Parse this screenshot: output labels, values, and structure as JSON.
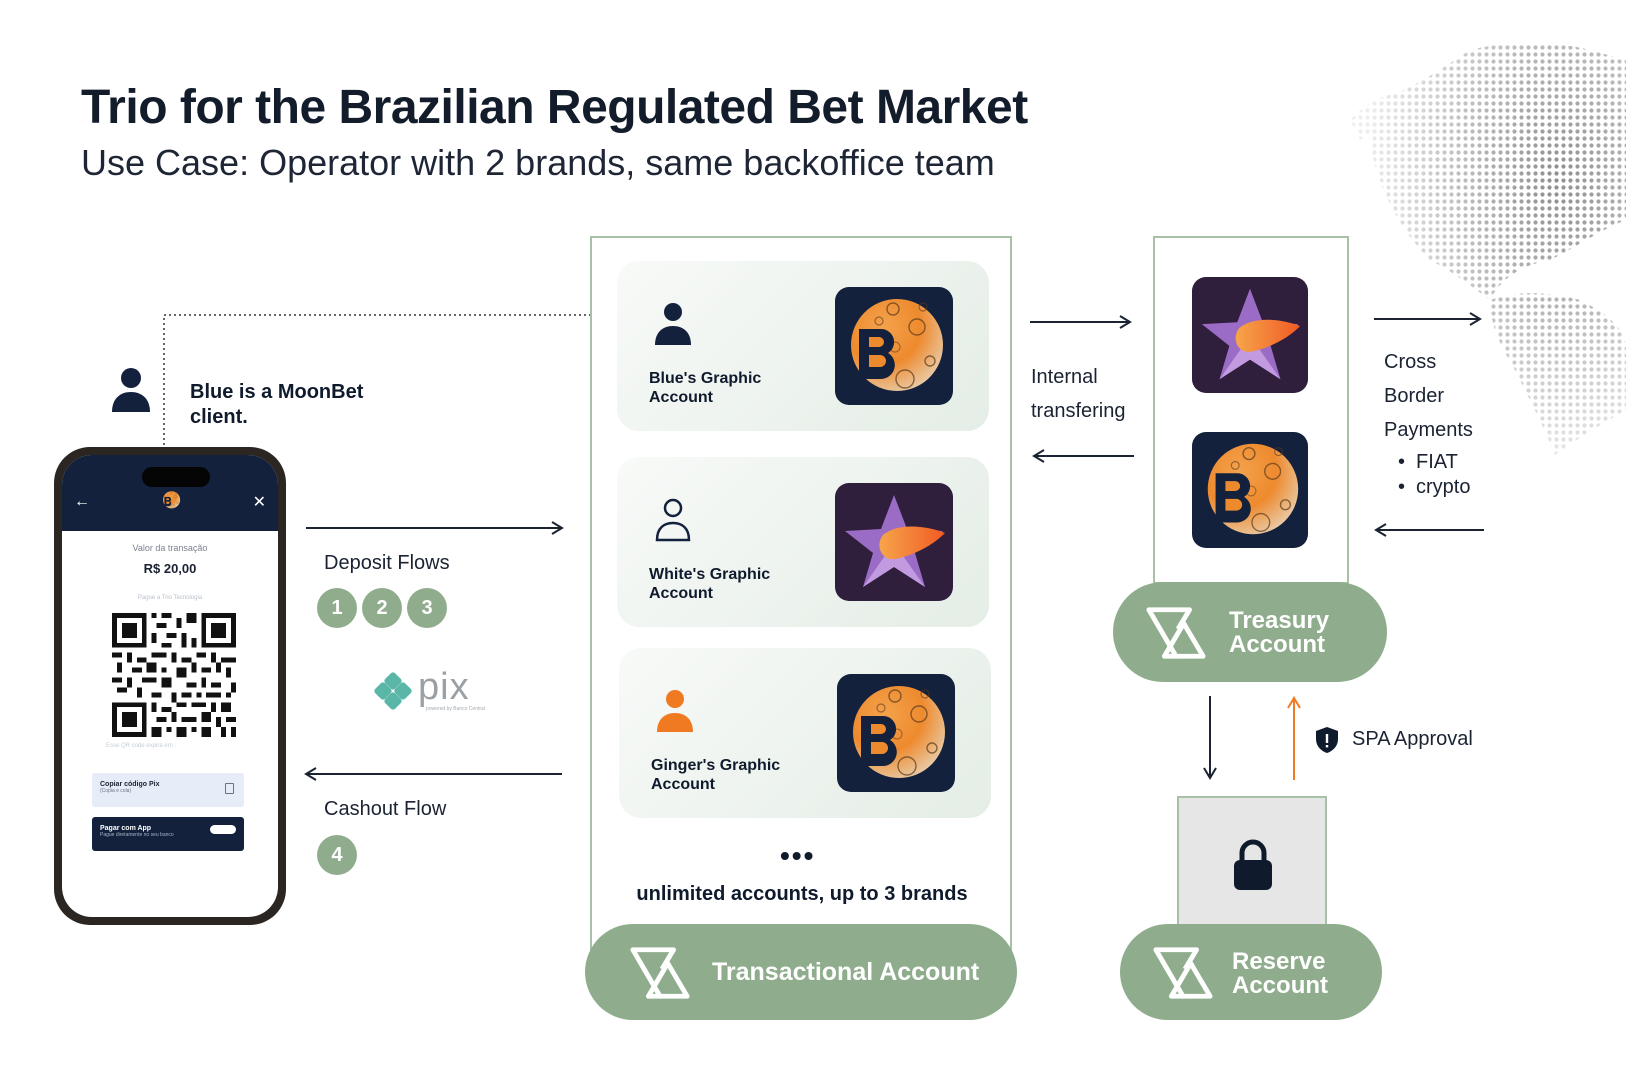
{
  "header": {
    "title": "Trio for the Brazilian Regulated Bet Market",
    "subtitle": "Use Case: Operator with 2 brands, same backoffice team"
  },
  "client": {
    "label": "Blue is a MoonBet client."
  },
  "phone": {
    "screen_label": "Valor da transação",
    "amount": "R$ 20,00",
    "pay_to": "Pague a Trio Tecnologia",
    "expire_note": "Esse QR code expira em :",
    "copy_button_title": "Copiar código Pix",
    "copy_button_sub": "(Copia e cola)",
    "app_button_title": "Pagar com App",
    "app_button_sub": "Pague diretamente no seu banco"
  },
  "flows": {
    "deposit_label": "Deposit Flows",
    "deposit_steps": [
      "1",
      "2",
      "3"
    ],
    "cashout_label": "Cashout Flow",
    "cashout_steps": [
      "4"
    ],
    "pix_brand": "pix",
    "pix_tagline": "powered by Banco Central"
  },
  "transactional": {
    "cards": [
      {
        "title": "Blue's Graphic Account",
        "person_icon": "person-navy-icon",
        "brand_logo": "moonbet-logo"
      },
      {
        "title": "White's Graphic Account",
        "person_icon": "person-outline-icon",
        "brand_logo": "star-logo"
      },
      {
        "title": "Ginger's Graphic Account",
        "person_icon": "person-orange-icon",
        "brand_logo": "moonbet-logo"
      }
    ],
    "more": "•••",
    "note": "unlimited accounts, up to 3 brands",
    "pill_label": "Transactional Account"
  },
  "internal": {
    "label_line1": "Internal",
    "label_line2": "transfering"
  },
  "treasury": {
    "pill_line1": "Treasury",
    "pill_line2": "Account",
    "logos": [
      "star-logo",
      "moonbet-logo"
    ]
  },
  "cross_border": {
    "lines": [
      "Cross",
      "Border",
      "Payments"
    ],
    "bullets": [
      "FIAT",
      "crypto"
    ]
  },
  "spa": {
    "label": "SPA Approval"
  },
  "reserve": {
    "pill_line1": "Reserve",
    "pill_line2": "Account"
  },
  "colors": {
    "accent_green": "#8fad8d",
    "border_green": "#a8c1a6",
    "navy": "#13213d",
    "orange": "#f07a22",
    "star_bg": "#2f1e3c"
  }
}
